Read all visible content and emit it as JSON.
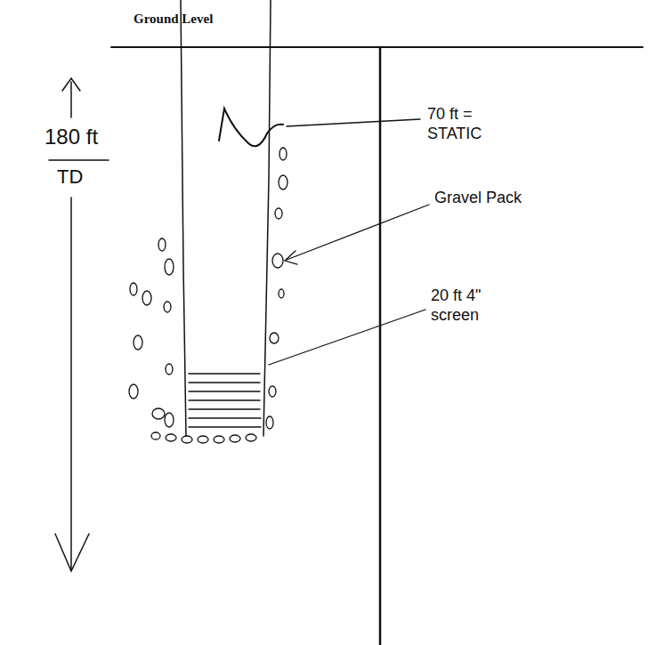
{
  "diagram": {
    "labels": [
      "Ground Level",
      "180 ft",
      "TD",
      "70 ft = STATIC",
      "Gravel Pack",
      "20 ft 4\" screen"
    ]
  }
}
